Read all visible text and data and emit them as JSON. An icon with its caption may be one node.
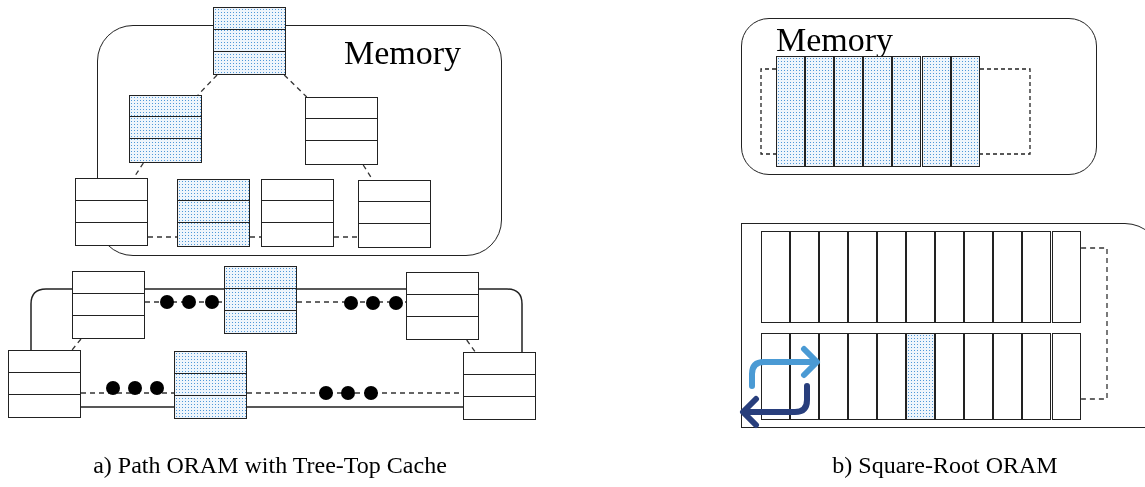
{
  "diagram": {
    "nodes": [
      {
        "text": [
          "Memory"
        ]
      },
      {
        "text": [],
        "shape": "box"
      },
      {
        "text": [],
        "shape": "box",
        "in": 0
      },
      {
        "text": [],
        "shape": "box",
        "in": 0
      },
      {
        "text": [],
        "shape": "box"
      },
      {
        "text": [],
        "shape": "box",
        "in": 0
      },
      {
        "text": [],
        "shape": "box",
        "in": 0
      },
      {
        "text": [],
        "shape": "box",
        "in": 0
      },
      {
        "text": [],
        "shape": "box"
      },
      {
        "text": [],
        "shape": "box"
      },
      {
        "text": [],
        "shape": "box"
      },
      {
        "text": [],
        "shape": "box"
      },
      {
        "text": [],
        "shape": "box"
      },
      {
        "text": [],
        "shape": "box"
      },
      {
        "text": [
          "Memory"
        ]
      },
      {
        "text": [],
        "shape": "box",
        "in": 14
      },
      {
        "text": [],
        "shape": "box",
        "in": 14
      },
      {
        "text": [],
        "shape": "box",
        "in": 14
      },
      {
        "text": [],
        "shape": "box",
        "in": 14
      },
      {
        "text": [],
        "shape": "box",
        "in": 14
      },
      {
        "text": [],
        "shape": "box",
        "in": 14
      },
      {
        "text": [],
        "shape": "box",
        "in": 14
      },
      {
        "text": [],
        "shape": "box"
      },
      {
        "text": [],
        "shape": "box",
        "in": 22
      },
      {
        "text": [],
        "shape": "box",
        "in": 22
      },
      {
        "text": [],
        "shape": "box",
        "in": 22
      },
      {
        "text": [],
        "shape": "box",
        "in": 22
      },
      {
        "text": [],
        "shape": "box",
        "in": 22
      },
      {
        "text": [],
        "shape": "box",
        "in": 22
      },
      {
        "text": [],
        "shape": "box",
        "in": 22
      },
      {
        "text": [],
        "shape": "box",
        "in": 22
      },
      {
        "text": [],
        "shape": "box",
        "in": 22
      },
      {
        "text": [],
        "shape": "box",
        "in": 22
      },
      {
        "text": [],
        "shape": "box",
        "in": 22
      },
      {
        "text": [],
        "shape": "box",
        "in": 22
      },
      {
        "text": [],
        "shape": "box",
        "in": 22
      },
      {
        "text": [],
        "shape": "box",
        "in": 22
      },
      {
        "text": [],
        "shape": "box",
        "in": 22
      },
      {
        "text": [],
        "shape": "box",
        "in": 22
      },
      {
        "text": [],
        "shape": "box",
        "in": 22
      },
      {
        "text": [],
        "shape": "box",
        "in": 22
      },
      {
        "text": [],
        "shape": "box",
        "in": 22
      },
      {
        "text": [],
        "shape": "box",
        "in": 22
      },
      {
        "text": [],
        "shape": "box",
        "in": 22
      },
      {
        "text": [],
        "shape": "box",
        "in": 22
      }
    ],
    "edges": [
      {
        "from": 1,
        "to": 2,
        "arrow": "none",
        "style": "dashed"
      },
      {
        "from": 1,
        "to": 3,
        "arrow": "none",
        "style": "dashed"
      },
      {
        "from": 2,
        "to": 4,
        "arrow": "none",
        "style": "dashed"
      },
      {
        "from": 3,
        "to": 7,
        "arrow": "none",
        "style": "dashed"
      },
      {
        "from": 4,
        "to": 5,
        "arrow": "none",
        "style": "dashed"
      },
      {
        "from": 5,
        "to": 6,
        "arrow": "none",
        "style": "dashed"
      },
      {
        "from": 6,
        "to": 7,
        "arrow": "none",
        "style": "dashed"
      },
      {
        "from": 8,
        "to": 11,
        "arrow": "none",
        "style": "dashed"
      },
      {
        "from": 10,
        "to": 13,
        "arrow": "none",
        "style": "dashed"
      },
      {
        "from": 8,
        "to": 9,
        "arrow": "none",
        "style": "dashed"
      },
      {
        "from": 9,
        "to": 10,
        "arrow": "none",
        "style": "dashed"
      },
      {
        "from": 11,
        "to": 12,
        "arrow": "none",
        "style": "dashed"
      },
      {
        "from": 12,
        "to": 13,
        "arrow": "none",
        "style": "dashed"
      },
      {
        "from": 33,
        "to": 44,
        "arrow": "none",
        "style": "dashed"
      }
    ],
    "labels": [
      "a) Path ORAM with Tree-Top Cache",
      "b) Square-Root ORAM"
    ]
  }
}
